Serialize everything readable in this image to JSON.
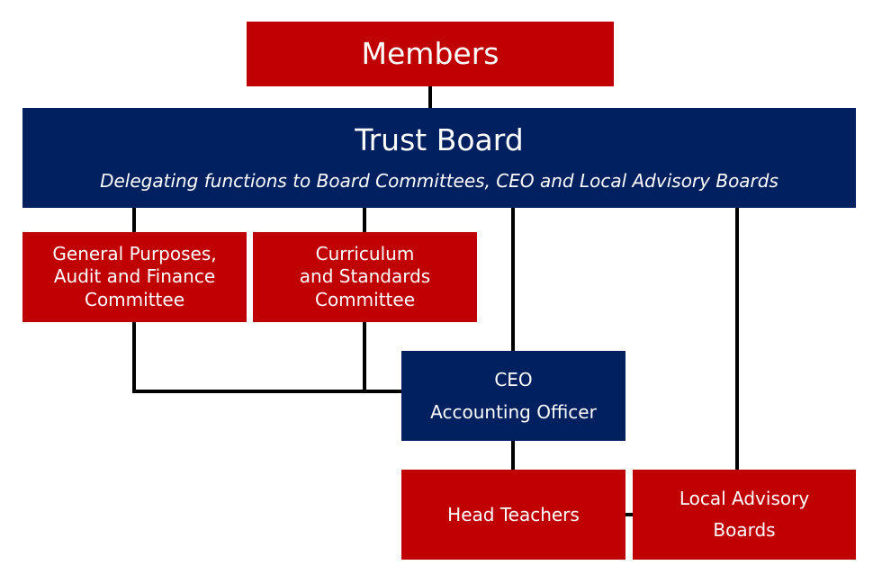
{
  "members": {
    "label": "Members"
  },
  "trust_board": {
    "title": "Trust Board",
    "subtitle": "Delegating functions to Board Committees, CEO and Local Advisory Boards"
  },
  "committees": [
    {
      "lines": [
        "General Purposes,",
        "Audit and Finance",
        "Committee"
      ]
    },
    {
      "lines": [
        "Curriculum",
        "and Standards",
        "Committee"
      ]
    }
  ],
  "ceo": {
    "lines": [
      "CEO",
      "Accounting Officer"
    ]
  },
  "head_teachers": {
    "label": "Head Teachers"
  },
  "local_advisory_boards": {
    "lines": [
      "Local Advisory",
      "Boards"
    ]
  },
  "colors": {
    "red": "#c00000",
    "navy": "#002060",
    "connector": "#000000"
  }
}
